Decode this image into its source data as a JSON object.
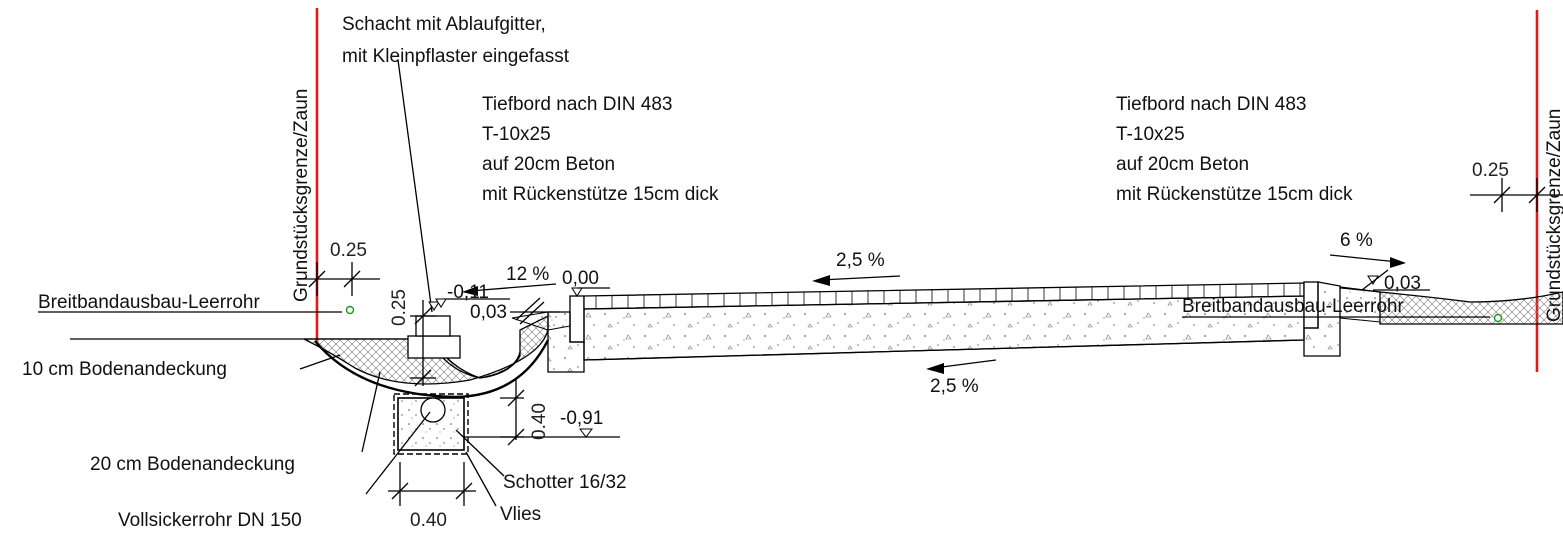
{
  "labels": {
    "shaft_line1": "Schacht mit Ablaufgitter,",
    "shaft_line2": "mit Kleinpflaster eingefasst",
    "curb_left": [
      "Tiefbord nach DIN 483",
      "T-10x25",
      "auf 20cm Beton",
      "mit Rückenstütze 15cm dick"
    ],
    "curb_right": [
      "Tiefbord nach DIN 483",
      "T-10x25",
      "auf 20cm Beton",
      "mit Rückenstütze 15cm dick"
    ],
    "property_left": "Grundstücksgrenze/Zaun",
    "property_right": "Grundstücksgrenze/Zaun",
    "soil_10": "10 cm Bodenandeckung",
    "soil_20": "20 cm Bodenandeckung",
    "conduit_left": "Breitbandausbau-Leerrohr",
    "conduit_right": "Breitbandausbau-Leerrohr",
    "pipe": "Vollsickerrohr DN 150",
    "gravel": "Schotter 16/32",
    "fleece": "Vlies"
  },
  "dimensions": {
    "dim_left_025": "0.25",
    "dim_right_025": "0.25",
    "dim_shaft_025": "0.25",
    "dim_trench_040_v": "0.40",
    "dim_trench_040_h": "0.40"
  },
  "levels": {
    "lvl_m011": "-0,11",
    "lvl_000": "0,00",
    "lvl_003_left": "0,03",
    "lvl_003_right": "0,03",
    "lvl_m091": "-0,91"
  },
  "slopes": {
    "slope_12": "12 %",
    "slope_25_top": "2,5 %",
    "slope_25_bottom": "2,5 %",
    "slope_6": "6 %"
  },
  "colors": {
    "property_line": "#e01b1b",
    "conduit_marker": "#1a9a1a",
    "linework": "#000000"
  }
}
